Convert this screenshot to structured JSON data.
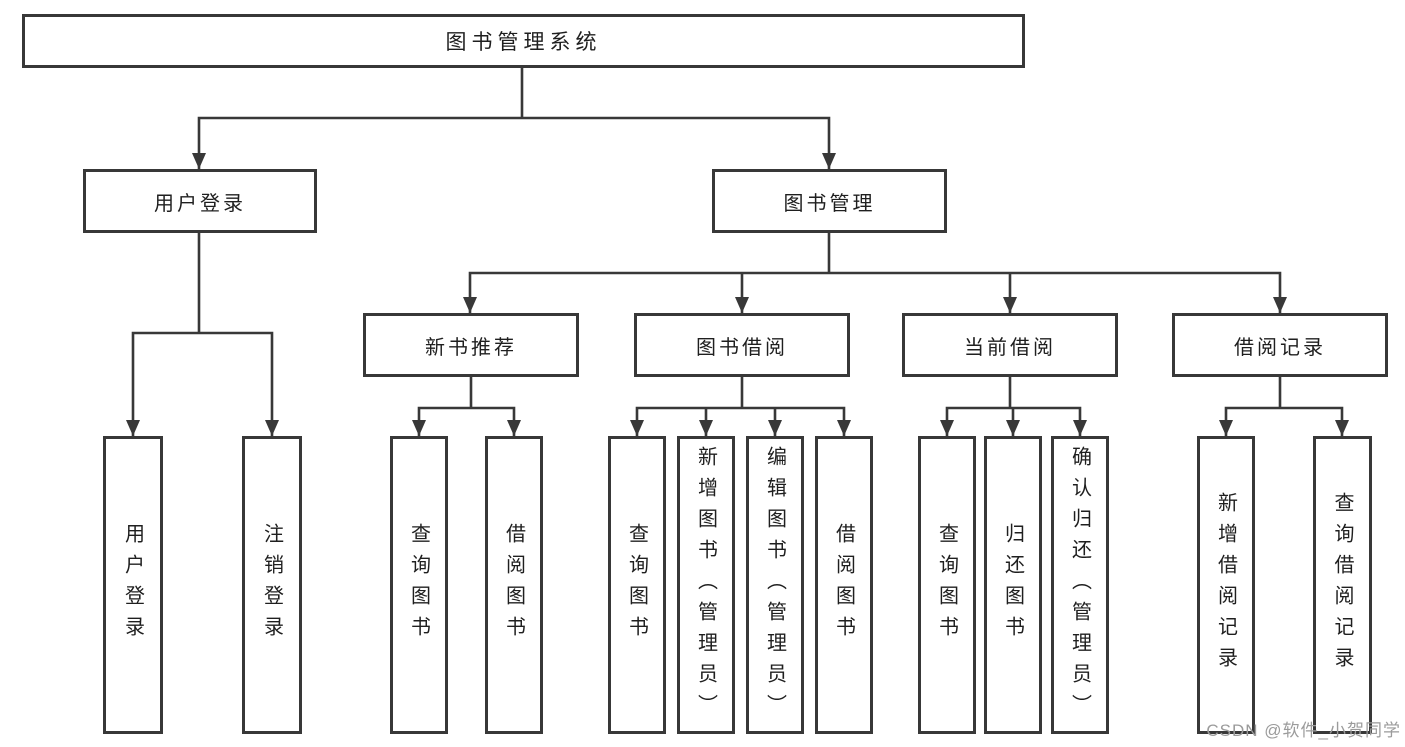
{
  "nodes": {
    "root": "图书管理系统",
    "user_login": "用户登录",
    "book_management": "图书管理",
    "new_book_recommend": "新书推荐",
    "book_borrow": "图书借阅",
    "current_borrow": "当前借阅",
    "borrow_records": "借阅记录",
    "leaf_user_login": "用户登录",
    "leaf_logout": "注销登录",
    "leaf_recommend_query_books": "查询图书",
    "leaf_recommend_borrow_books": "借阅图书",
    "leaf_borrow_query_books": "查询图书",
    "leaf_borrow_add_books": "新增图书（管理员）",
    "leaf_borrow_edit_books": "编辑图书（管理员）",
    "leaf_borrow_borrow_books": "借阅图书",
    "leaf_current_query_books": "查询图书",
    "leaf_current_return_books": "归还图书",
    "leaf_current_confirm_return": "确认归还（管理员）",
    "leaf_records_add_record": "新增借阅记录",
    "leaf_records_query_record": "查询借阅记录"
  },
  "watermark": "CSDN @软件_小贺同学",
  "colors": {
    "line": "#383838",
    "text": "#1f1f1f",
    "watermark": "#9b9b9b",
    "background": "#ffffff"
  }
}
